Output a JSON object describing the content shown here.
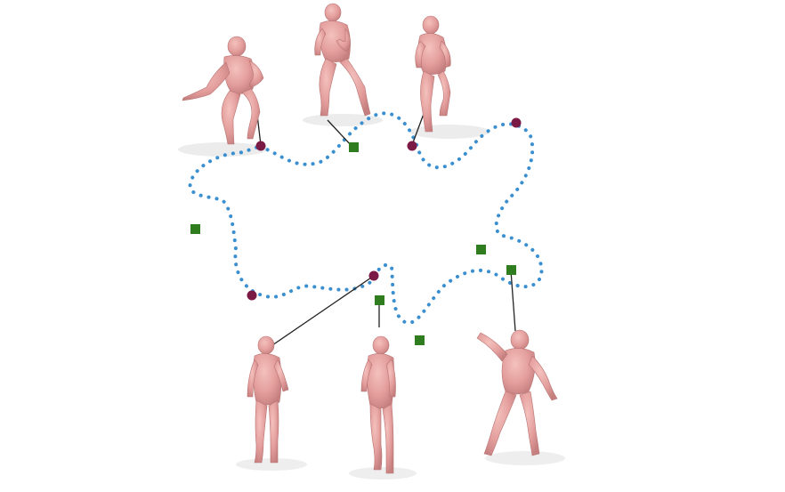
{
  "colors": {
    "background": "#ffffff",
    "trajectory": "#3a8fd0",
    "keyframe_circle": "#7a1a45",
    "keyframe_square": "#2f7d1e",
    "connector": "#222222",
    "body_skin": "#e8a4a4",
    "body_shade": "#c98282",
    "shadow": "#e6e6e6"
  },
  "legend": [],
  "figures": [
    {
      "name": "squat-reach-figure",
      "pose": "squat_reach"
    },
    {
      "name": "crouch-hand-chest-figure",
      "pose": "crouch_hand_chest"
    },
    {
      "name": "lunge-figure",
      "pose": "lunge"
    },
    {
      "name": "stand-neutral-figure",
      "pose": "stand"
    },
    {
      "name": "stand-turned-figure",
      "pose": "stand_turned"
    },
    {
      "name": "dance-arms-out-figure",
      "pose": "arms_out"
    }
  ]
}
